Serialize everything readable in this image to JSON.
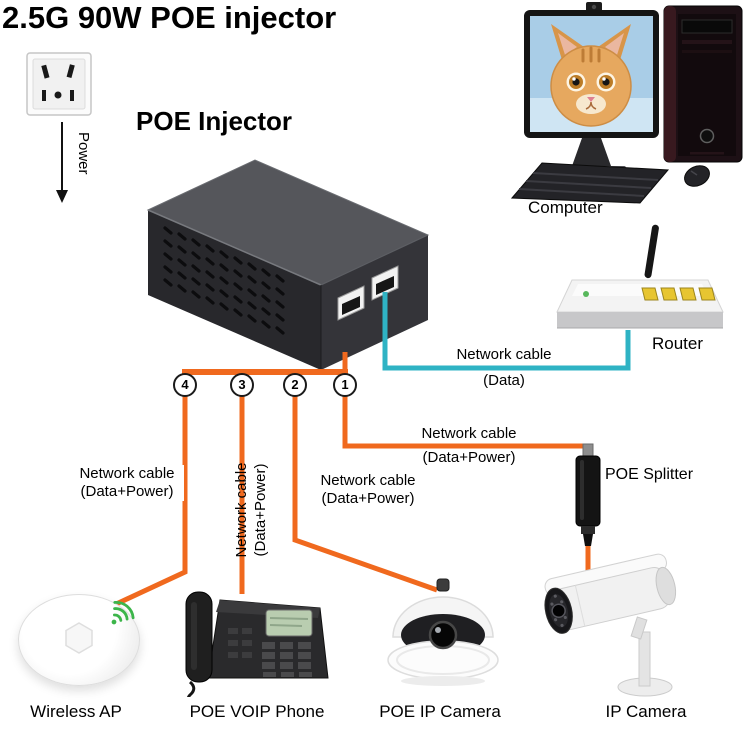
{
  "title": "2.5G 90W POE injector",
  "power": {
    "label": "Power"
  },
  "injector": {
    "label": "POE Injector"
  },
  "ports": {
    "p1": "1",
    "p2": "2",
    "p3": "3",
    "p4": "4"
  },
  "cables": {
    "data": {
      "line1": "Network cable",
      "line2": "(Data)"
    },
    "port1": {
      "line1": "Network cable",
      "line2": "(Data+Power)"
    },
    "port2": {
      "line1": "Network cable",
      "line2": "(Data+Power)"
    },
    "port3": {
      "line1": "Network cable",
      "line2": "(Data+Power)"
    },
    "port4": {
      "line1": "Network cable",
      "line2": "(Data+Power)"
    }
  },
  "devices": {
    "computer": "Computer",
    "router": "Router",
    "splitter": "POE Splitter",
    "wireless_ap": "Wireless AP",
    "voip_phone": "POE VOIP Phone",
    "poe_ip_camera": "POE IP Camera",
    "ip_camera": "IP Camera"
  },
  "colors": {
    "power_cable_orange": "#f0691e",
    "data_cable_teal": "#2fb3c4",
    "wifi_green": "#3cb54a"
  }
}
